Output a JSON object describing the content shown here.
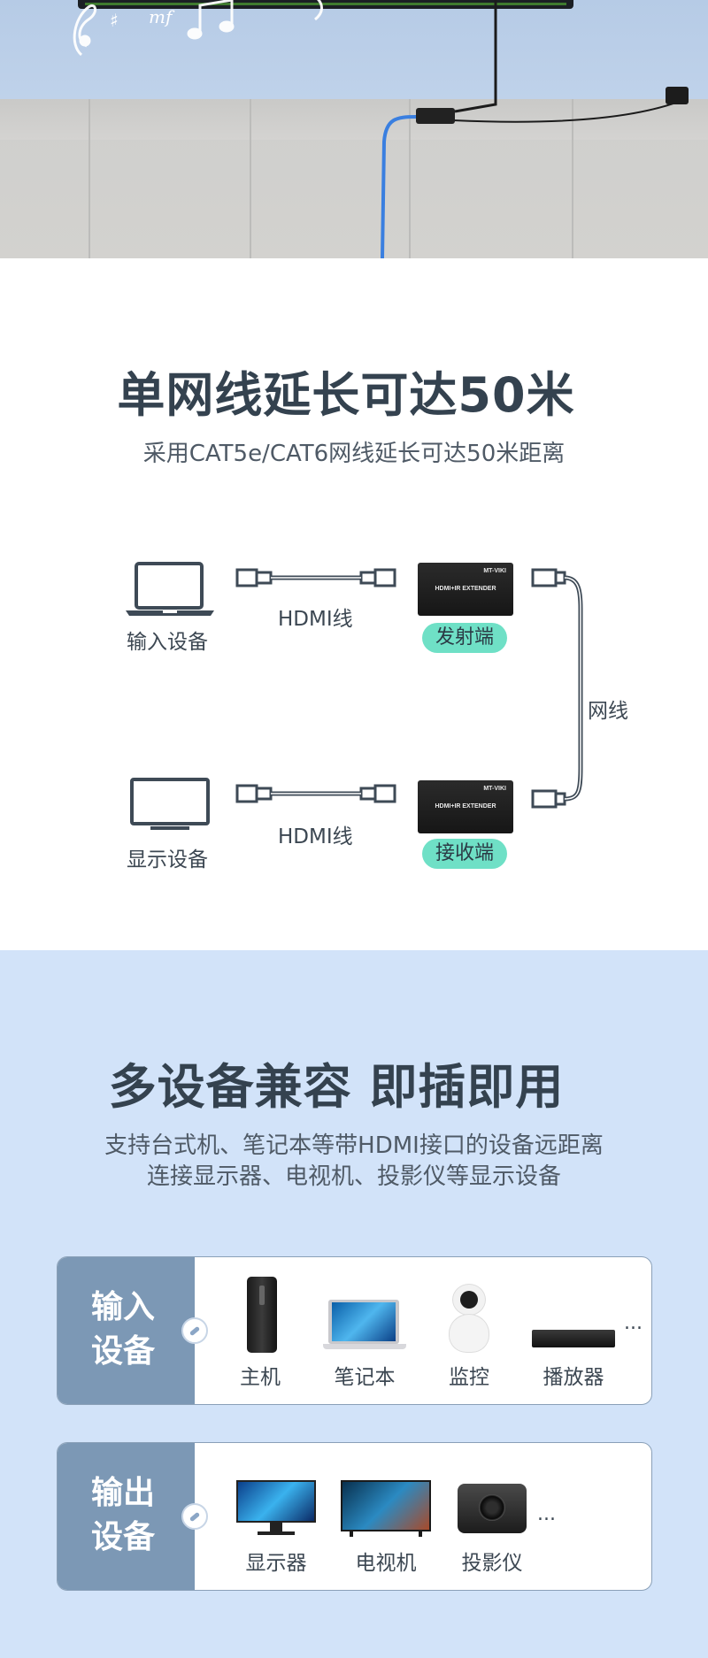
{
  "section_link": {
    "title": "单网线延长可达50米",
    "subtitle": "采用CAT5e/CAT6网线延长可达50米距离",
    "diagram": {
      "input_device": "输入设备",
      "display_device": "显示设备",
      "hdmi_cable_top": "HDMI线",
      "hdmi_cable_bottom": "HDMI线",
      "transmitter": "发射端",
      "receiver": "接收端",
      "network_cable": "网线",
      "unit_brand": "MT-VIKI",
      "unit_name": "HDMI+IR EXTENDER"
    }
  },
  "section_compat": {
    "title": "多设备兼容 即插即用",
    "subtitle_line1": "支持台式机、笔记本等带HDMI接口的设备远距离",
    "subtitle_line2": "连接显示器、电视机、投影仪等显示设备",
    "input_panel": {
      "heading_line1": "输入",
      "heading_line2": "设备",
      "items": [
        "主机",
        "笔记本",
        "监控",
        "播放器"
      ],
      "more": "..."
    },
    "output_panel": {
      "heading_line1": "输出",
      "heading_line2": "设备",
      "items": [
        "显示器",
        "电视机",
        "投影仪"
      ],
      "more": "..."
    }
  },
  "colors": {
    "tag_green": "#6fe0c6",
    "panel_side": "#7c98b5",
    "section_bg": "#d2e3f9"
  }
}
